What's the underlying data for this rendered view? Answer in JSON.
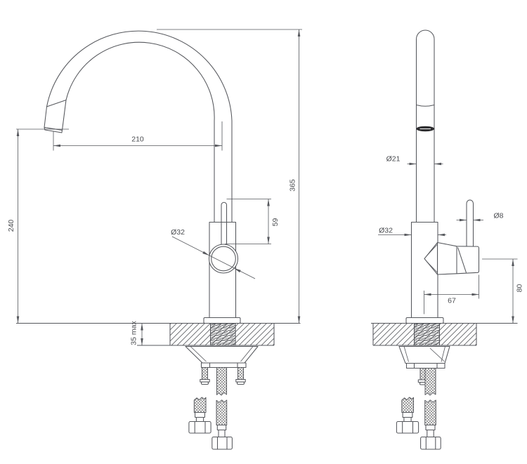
{
  "drawing": {
    "type": "faucet-installation-dimensions",
    "colors": {
      "line": "#55575c",
      "text": "#4a4c50",
      "aerator": "#2d2d2f",
      "background": "#ffffff"
    },
    "dims": {
      "reach": "210",
      "tip_height": "240",
      "overall_height": "365",
      "lever_height": "59",
      "body_dia_front": "Ø32",
      "deck_max": "35 max",
      "spout_dia": "Ø21",
      "body_dia_side": "Ø32",
      "lever_dia": "Ø8",
      "handle_reach": "67",
      "handle_height": "80"
    }
  }
}
